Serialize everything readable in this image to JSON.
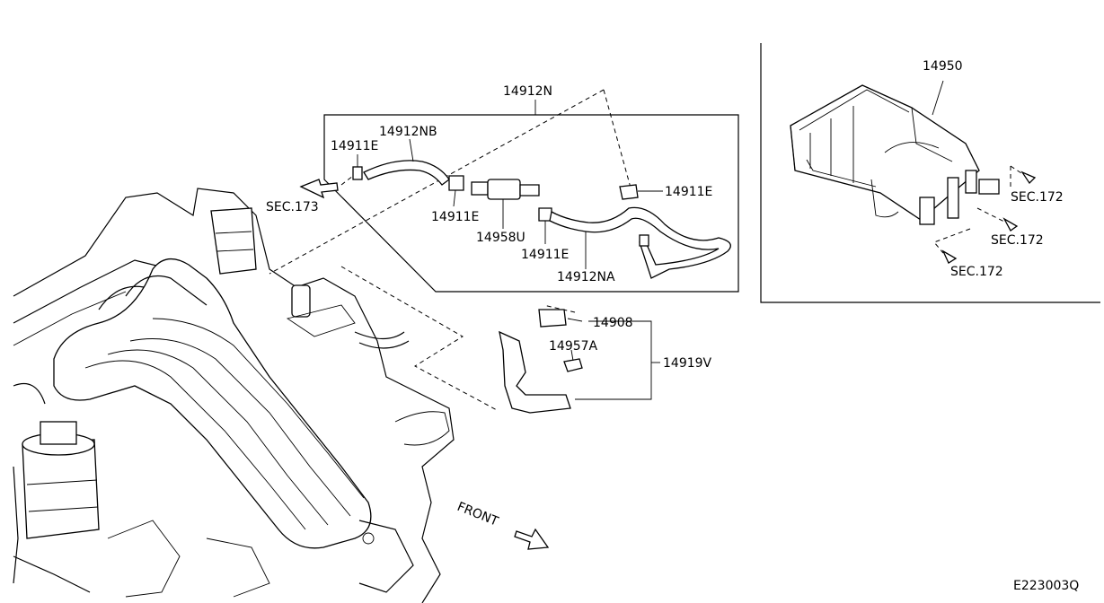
{
  "diagram": {
    "labels": {
      "assy_hose": "14912N",
      "hose_b": "14912NB",
      "clip_1": "14911E",
      "clip_2": "14911E",
      "clip_3": "14911E",
      "clip_4": "14911E",
      "sec_173": "SEC.173",
      "valve": "14958U",
      "hose_a": "14912NA",
      "canister": "14950",
      "sec_172_a": "SEC.172",
      "sec_172_b": "SEC.172",
      "sec_172_c": "SEC.172",
      "solenoid": "14908",
      "bolt": "14957A",
      "bracket": "14919V",
      "front": "FRONT",
      "figure_code": "E223003Q"
    }
  }
}
